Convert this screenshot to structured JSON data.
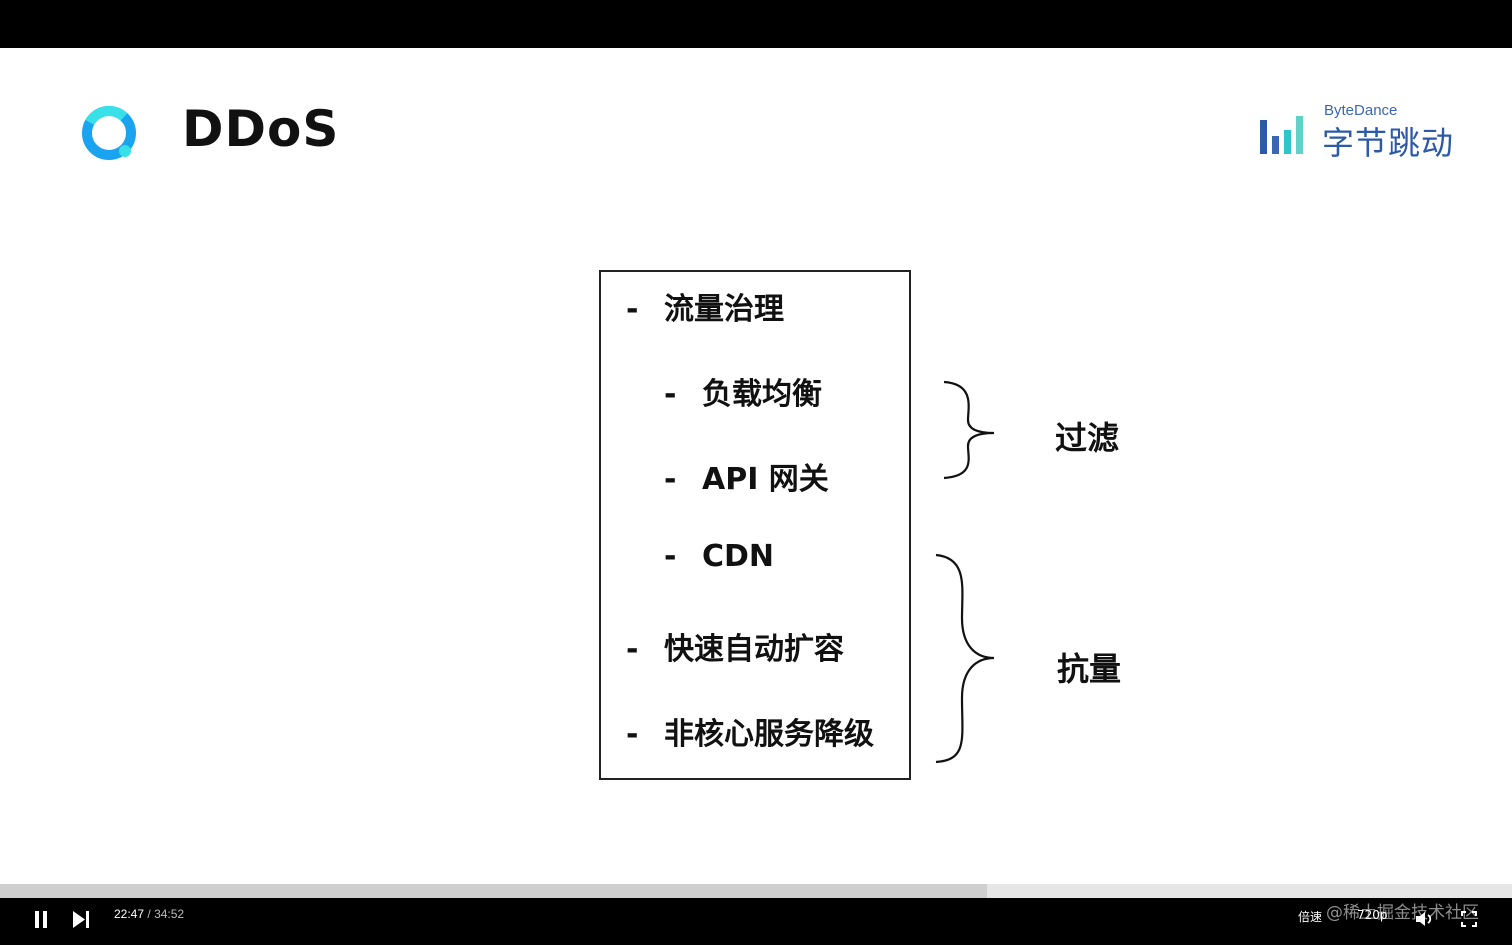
{
  "slide": {
    "title": "DDoS",
    "brand": {
      "en": "ByteDance",
      "cn": "字节跳动"
    },
    "list": [
      {
        "dash": "-",
        "text": "流量治理",
        "level": 0
      },
      {
        "dash": "-",
        "text": "负载均衡",
        "level": 1
      },
      {
        "dash": "-",
        "text": "API 网关",
        "level": 1
      },
      {
        "dash": "-",
        "text": "CDN",
        "level": 1
      },
      {
        "dash": "-",
        "text": "快速自动扩容",
        "level": 0
      },
      {
        "dash": "-",
        "text": "非核心服务降级",
        "level": 0
      }
    ],
    "groups": [
      {
        "label": "过滤"
      },
      {
        "label": "抗量"
      }
    ]
  },
  "player": {
    "current_time": "22:47",
    "separator": "/",
    "total_time": "34:52",
    "progress": 0.653,
    "speed_label": "倍速",
    "quality_label": "720p",
    "icons": [
      "pause-icon",
      "next-icon",
      "volume-icon",
      "fullscreen-icon"
    ]
  },
  "watermark": "@稀土掘金技术社区",
  "colors": {
    "logo_primary": "#1aa3f0",
    "logo_secondary": "#38e0e8",
    "brand_blue": "#2c5aa8",
    "brand_teal": "#2ec7c9"
  }
}
